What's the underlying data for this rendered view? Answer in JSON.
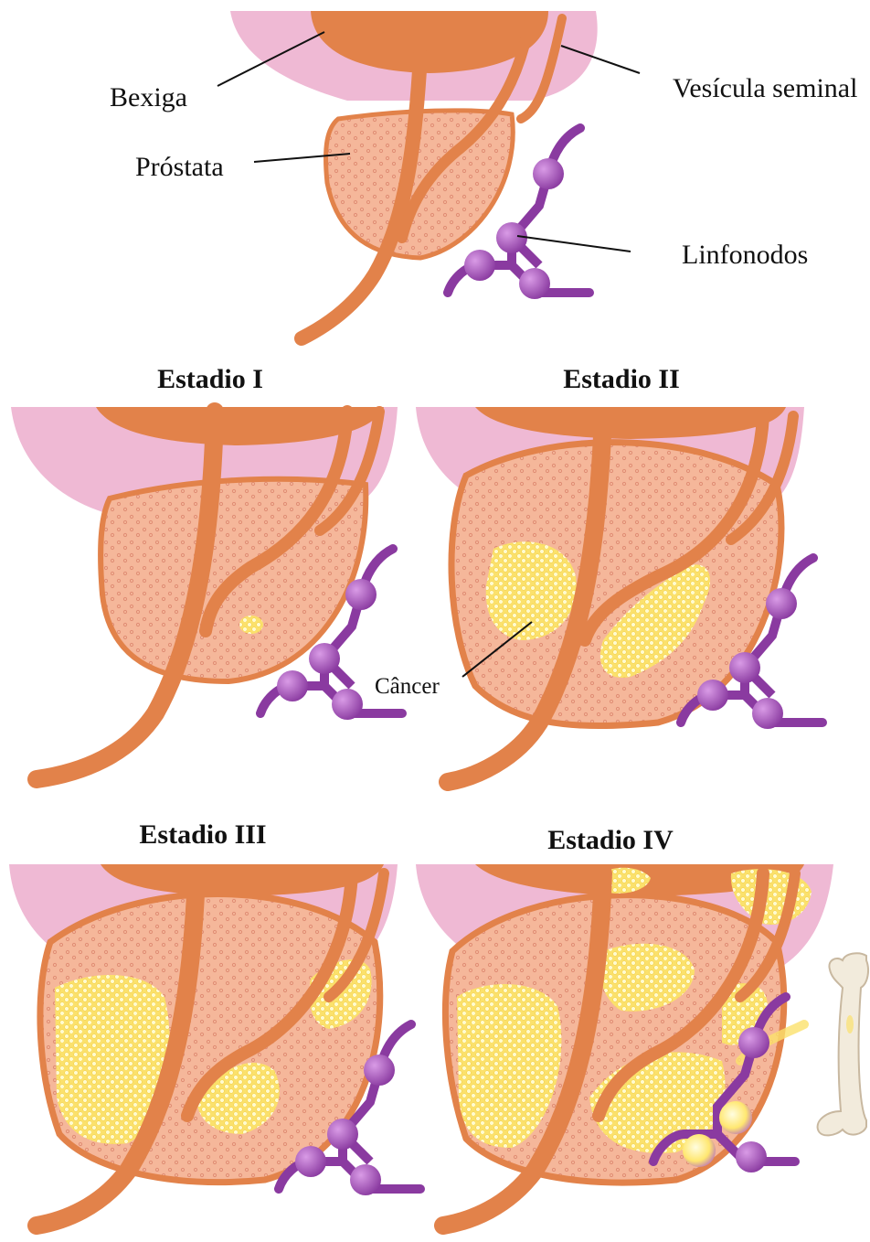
{
  "labels": {
    "bexiga": "Bexiga",
    "prostata": "Próstata",
    "vesicula": "Vesícula seminal",
    "linfonodos": "Linfonodos",
    "cancer": "Câncer"
  },
  "stages": {
    "s1": "Estadio I",
    "s2": "Estadio II",
    "s3": "Estadio III",
    "s4": "Estadio IV"
  },
  "colors": {
    "bladder_pink": "#efb9d4",
    "orange_dark": "#e2824a",
    "orange_light": "#f3b593",
    "tumor_yellow": "#fff3a0",
    "node_purple": "#a14fb5",
    "bone": "#f2ebdc"
  },
  "icons": [
    "bladder-shape",
    "prostate-shape",
    "urethra-duct",
    "lymph-node-chain",
    "tumor-cluster",
    "bone-icon"
  ]
}
